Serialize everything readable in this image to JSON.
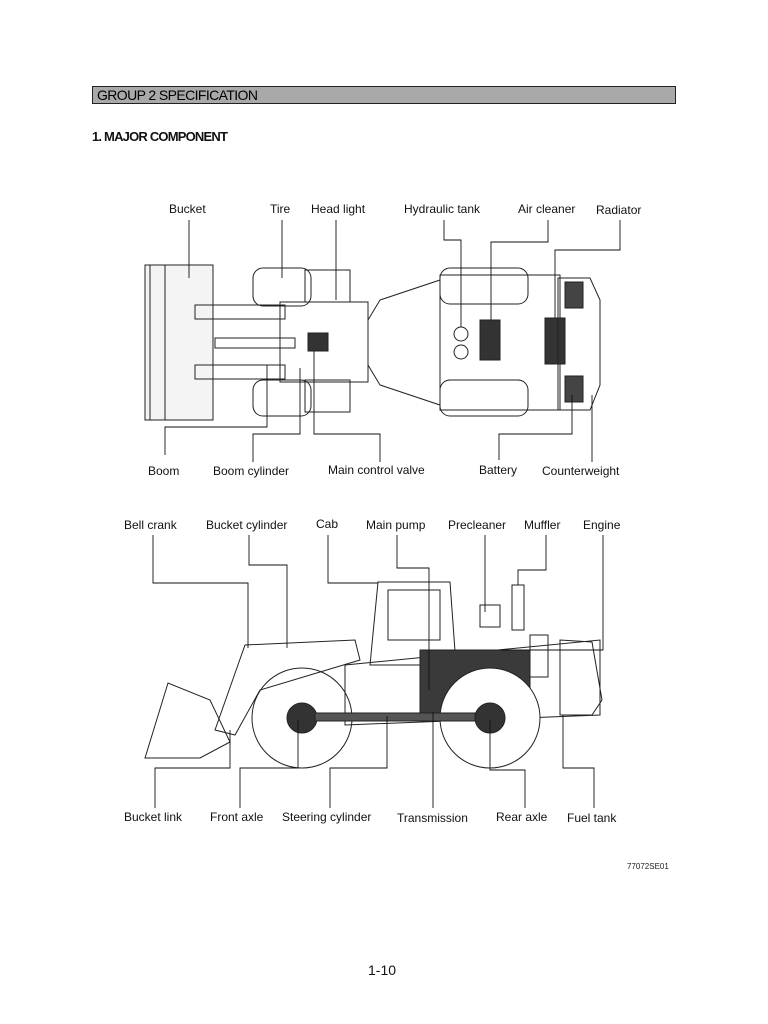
{
  "header": {
    "group_title": "GROUP 2 SPECIFICATION"
  },
  "section": {
    "title": "1. MAJOR COMPONENT"
  },
  "top_view": {
    "labels_top": [
      "Bucket",
      "Tire",
      "Head light",
      "Hydraulic tank",
      "Air cleaner",
      "Radiator"
    ],
    "labels_bottom": [
      "Boom",
      "Boom cylinder",
      "Main control valve",
      "Battery",
      "Counterweight"
    ]
  },
  "side_view": {
    "labels_top": [
      "Bell crank",
      "Bucket cylinder",
      "Cab",
      "Main pump",
      "Precleaner",
      "Muffler",
      "Engine"
    ],
    "labels_bottom": [
      "Bucket link",
      "Front axle",
      "Steering cylinder",
      "Transmission",
      "Rear axle",
      "Fuel tank"
    ]
  },
  "figure_code": "77072SE01",
  "page_number": "1-10"
}
